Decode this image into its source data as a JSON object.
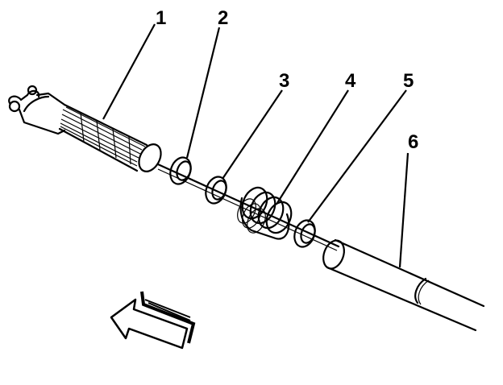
{
  "callouts": [
    {
      "id": "1",
      "label": "1"
    },
    {
      "id": "2",
      "label": "2"
    },
    {
      "id": "3",
      "label": "3"
    },
    {
      "id": "4",
      "label": "4"
    },
    {
      "id": "5",
      "label": "5"
    },
    {
      "id": "6",
      "label": "6"
    }
  ],
  "colors": {
    "ink": "#000000",
    "background": "#ffffff"
  },
  "icons": {
    "direction": "arrow-pointing-left-icon"
  }
}
